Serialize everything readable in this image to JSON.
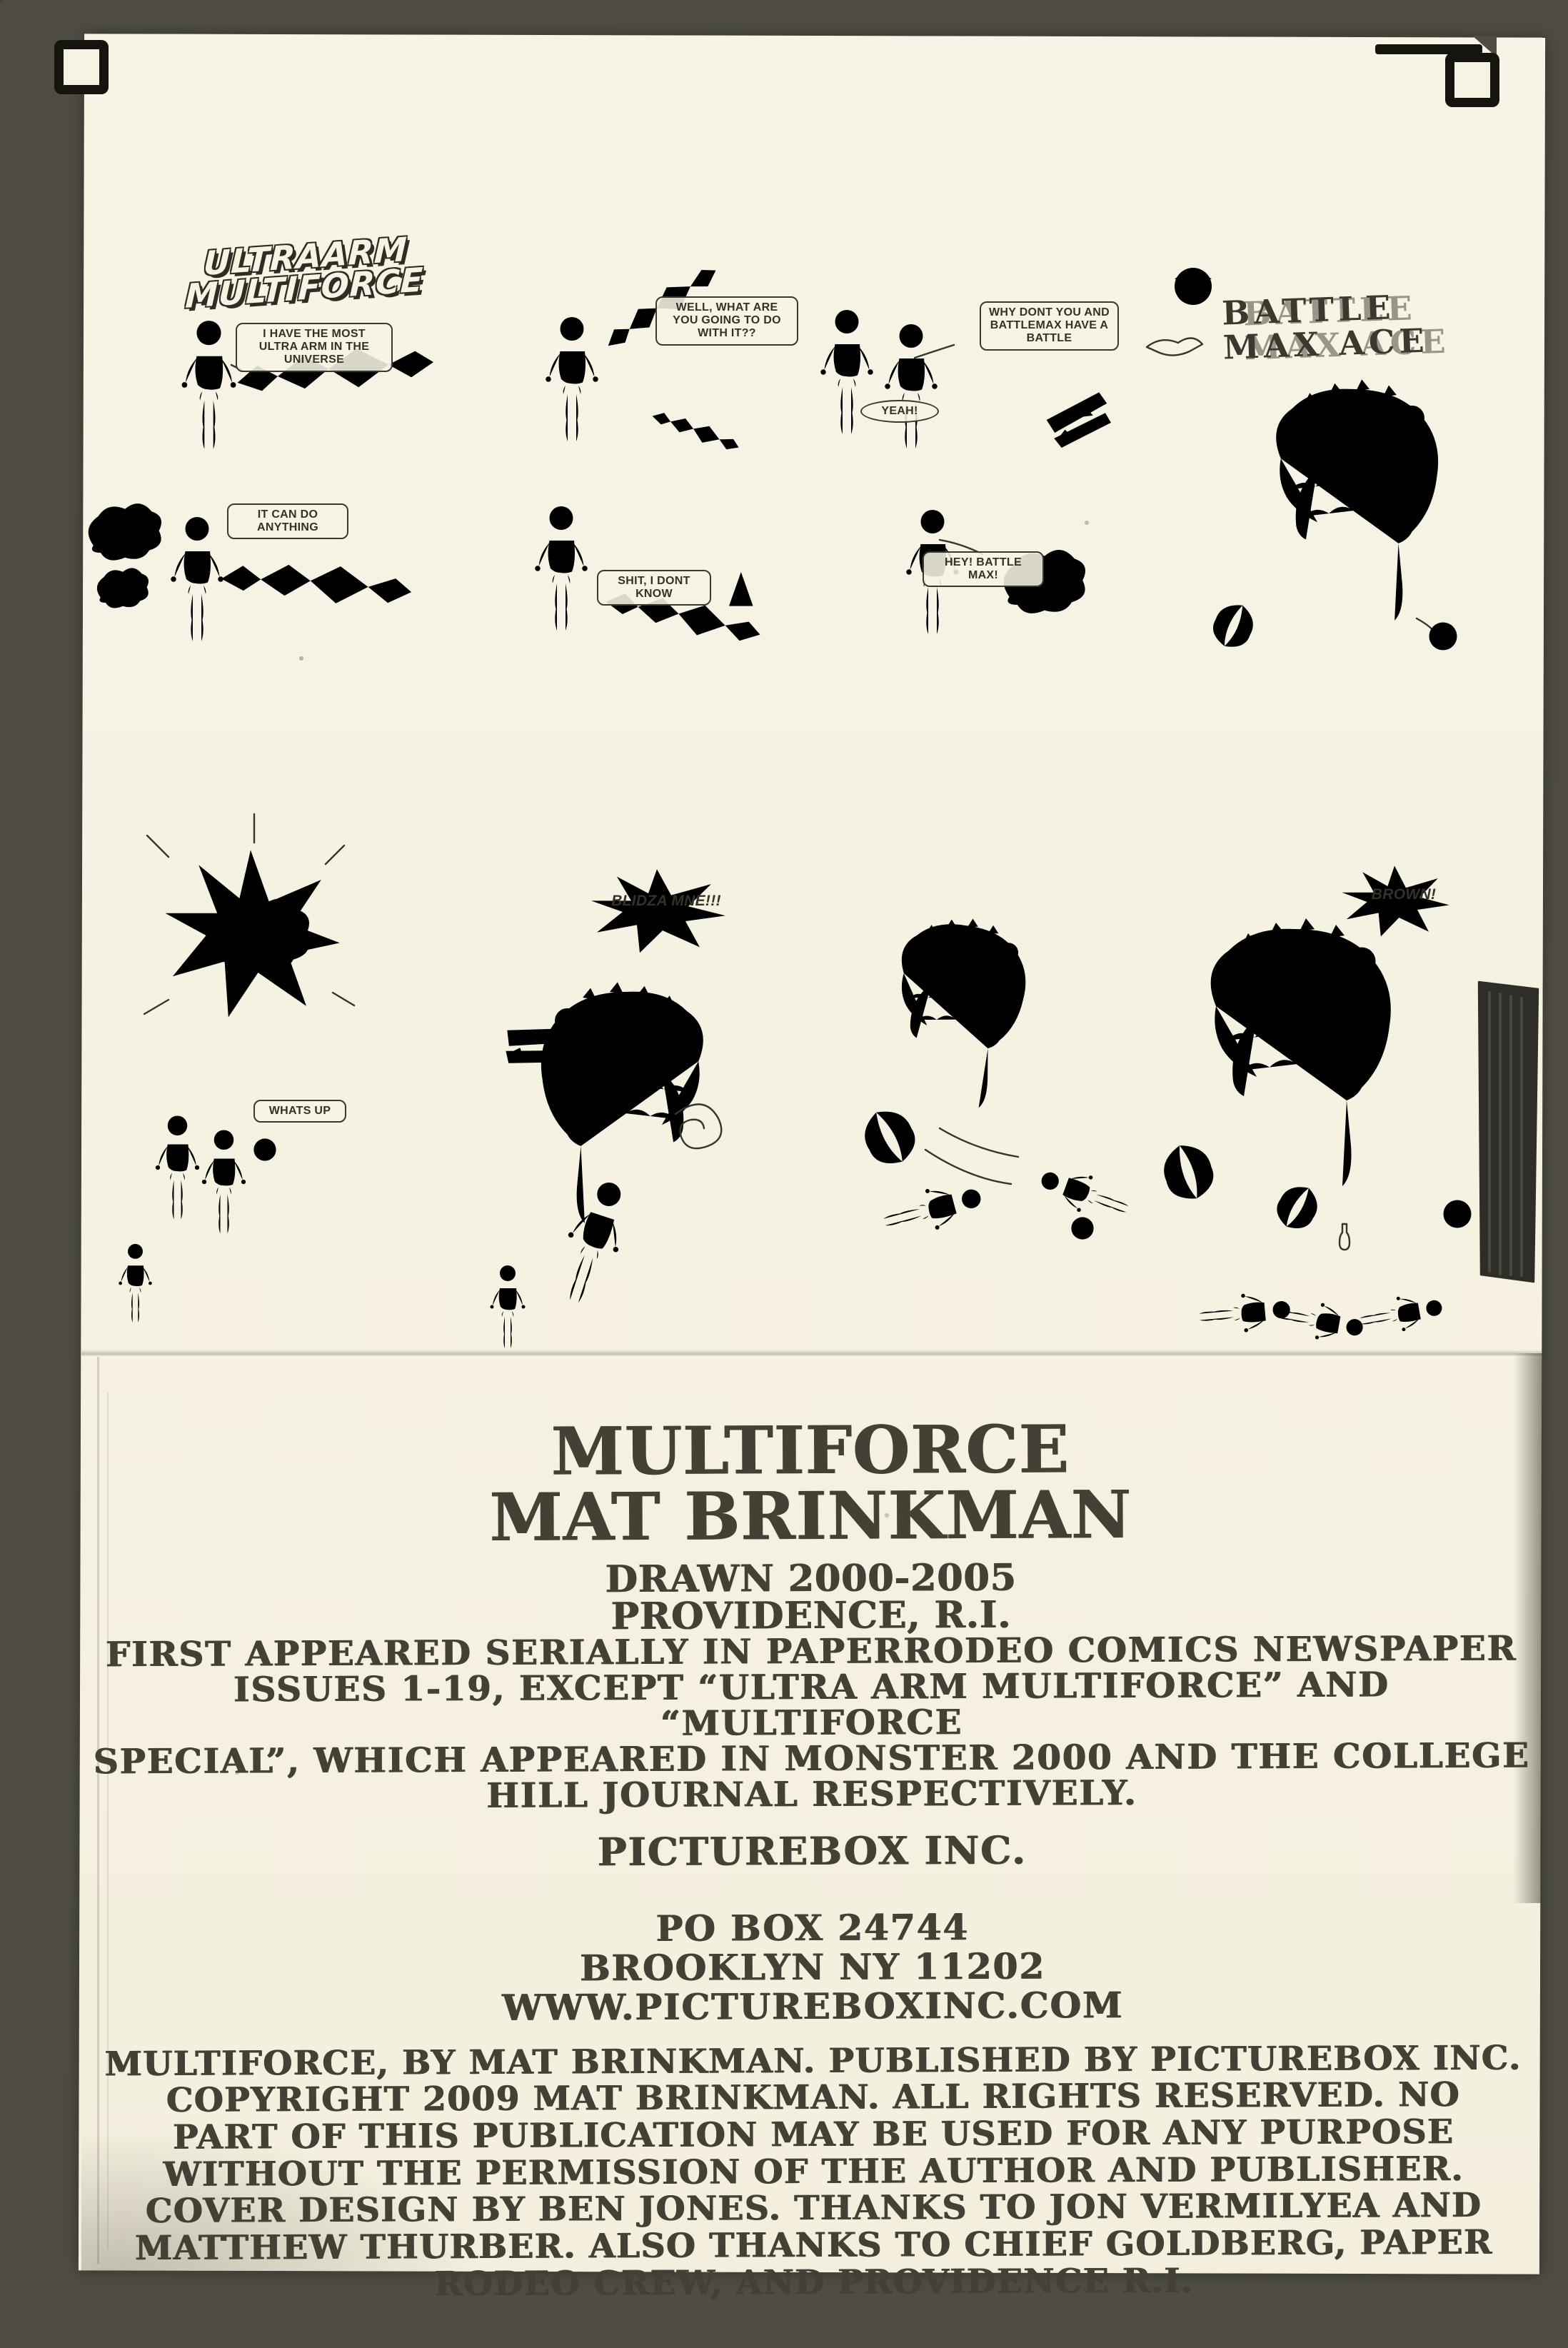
{
  "scan": {
    "colors": {
      "scanner_background": "#4e4c43",
      "paper": "#f6f3e3",
      "ink": "#36342c",
      "text_ink": "#434035"
    }
  },
  "comic": {
    "logo_line1": "ULTRAARM",
    "logo_line2": "MULTIFORCE",
    "battlemax_label_line1": "BATTLE",
    "battlemax_label_line2": "MAX ACE",
    "bubbles": {
      "ultra_arm": "I HAVE THE MOST ULTRA ARM IN THE UNIVERSE",
      "anything": "IT CAN DO ANYTHING",
      "what_do": "WELL, WHAT ARE YOU GOING TO DO WITH IT??",
      "yeah": "YEAH!",
      "dont_know": "SHIT, I DONT KNOW",
      "hey_battle_max": "HEY! BATTLE MAX!",
      "have_a_battle": "WHY DONT YOU AND BATTLEMAX HAVE A BATTLE",
      "blidza": "BLIDZA MNE!!!",
      "whats_up": "WHATS UP",
      "brown": "BROWN!"
    }
  },
  "colophon": {
    "title": "MULTIFORCE",
    "author": "MAT BRINKMAN",
    "drawn": "DRAWN 2000-2005",
    "location": "PROVIDENCE, R.I.",
    "first_appeared_lines": [
      "FIRST APPEARED SERIALLY IN PAPERRODEO COMICS NEWSPAPER",
      "ISSUES 1-19, EXCEPT “ULTRA ARM MULTIFORCE” AND “MULTIFORCE",
      "SPECIAL”, WHICH APPEARED IN MONSTER 2000 AND THE COLLEGE",
      "HILL JOURNAL RESPECTIVELY."
    ],
    "publisher": "PICTUREBOX INC.",
    "address_lines": [
      "PO BOX 24744",
      "BROOKLYN NY 11202",
      "WWW.PICTUREBOXINC.COM"
    ],
    "legal_lines": [
      "MULTIFORCE, BY MAT BRINKMAN. PUBLISHED BY PICTUREBOX INC.",
      "COPYRIGHT 2009 MAT BRINKMAN. ALL RIGHTS RESERVED. NO",
      "PART OF THIS PUBLICATION MAY BE USED FOR ANY PURPOSE",
      "WITHOUT THE PERMISSION OF THE AUTHOR AND PUBLISHER.",
      "COVER DESIGN BY BEN JONES. THANKS TO JON VERMILYEA AND",
      "MATTHEW THURBER. ALSO THANKS TO CHIEF GOLDBERG, PAPER",
      "RODEO CREW, AND PROVIDENCE R.I."
    ]
  }
}
